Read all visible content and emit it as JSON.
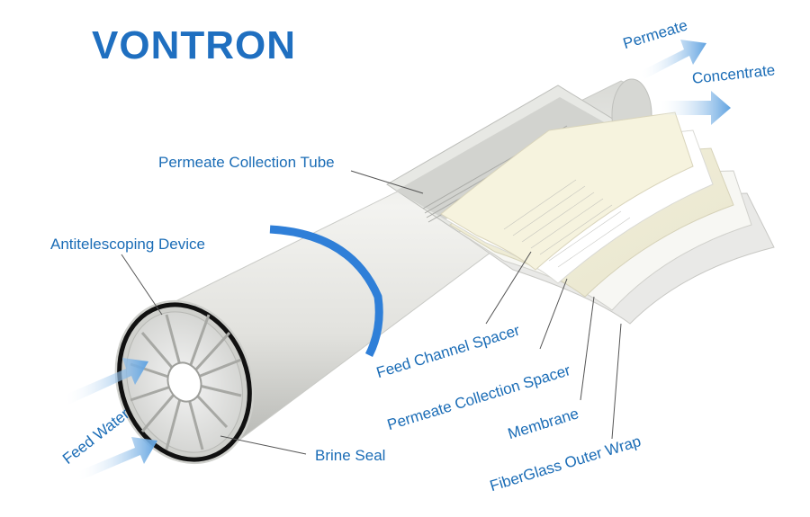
{
  "brand": {
    "logo_text": "VONTRON"
  },
  "flows": {
    "permeate": "Permeate",
    "concentrate": "Concentrate",
    "feed_water": "Feed Water"
  },
  "labels": {
    "permeate_collection_tube": "Permeate Collection Tube",
    "antitelescoping_device": "Antitelescoping Device",
    "brine_seal": "Brine Seal",
    "feed_channel_spacer": "Feed Channel Spacer",
    "permeate_collection_spacer": "Permeate Collection Spacer",
    "membrane": "Membrane",
    "fiberglass_outer_wrap": "FiberGlass Outer Wrap"
  },
  "colors": {
    "brand_blue": "#1f6fc0",
    "label_blue": "#1a6cb6",
    "stripe_blue": "#2f7fd8",
    "arrow_blue": "#7fb6e8"
  }
}
